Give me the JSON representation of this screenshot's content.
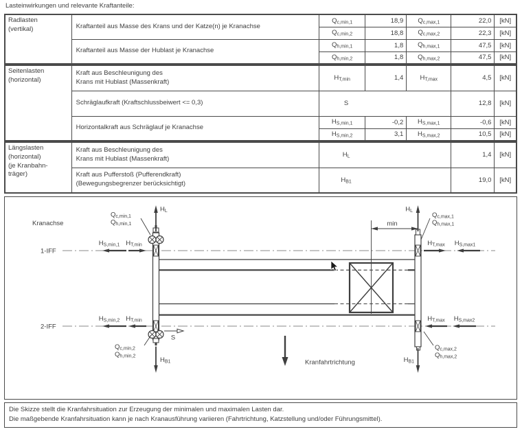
{
  "page": {
    "title": "Lasteinwirkungen und relevante Kraftanteile:"
  },
  "table": {
    "sections": [
      {
        "key": "radlasten",
        "category": [
          "Radlasten",
          "(vertikal)"
        ],
        "rows": [
          {
            "desc": [
              "Kraftanteil aus Masse des Krans und der Katze(n) je Kranachse"
            ],
            "entries": [
              {
                "min_sym": {
                  "b": "Q",
                  "s": "c,min,1"
                },
                "min_val": "18,9",
                "max_sym": {
                  "b": "Q",
                  "s": "c,max,1"
                },
                "max_val": "22,0",
                "unit": "[kN]"
              },
              {
                "min_sym": {
                  "b": "Q",
                  "s": "c,min,2"
                },
                "min_val": "18,8",
                "max_sym": {
                  "b": "Q",
                  "s": "c,max,2"
                },
                "max_val": "22,3",
                "unit": "[kN]"
              }
            ]
          },
          {
            "desc": [
              "Kraftanteil aus Masse der Hublast je Kranachse"
            ],
            "entries": [
              {
                "min_sym": {
                  "b": "Q",
                  "s": "h,min,1"
                },
                "min_val": "1,8",
                "max_sym": {
                  "b": "Q",
                  "s": "h,max,1"
                },
                "max_val": "47,5",
                "unit": "[kN]"
              },
              {
                "min_sym": {
                  "b": "Q",
                  "s": "h,min,2"
                },
                "min_val": "1,8",
                "max_sym": {
                  "b": "Q",
                  "s": "h,max,2"
                },
                "max_val": "47,5",
                "unit": "[kN]"
              }
            ]
          }
        ]
      },
      {
        "key": "seitenlasten",
        "category": [
          "Seitenlasten",
          "(horizontal)"
        ],
        "rows": [
          {
            "desc": [
              "Kraft aus Beschleunigung des",
              "Krans mit Hublast (Massenkraft)"
            ],
            "entries": [
              {
                "tall": true,
                "min_sym": {
                  "b": "H",
                  "s": "T,min"
                },
                "min_val": "1,4",
                "max_sym": {
                  "b": "H",
                  "s": "T,max"
                },
                "max_val": "4,5",
                "unit": "[kN]"
              }
            ]
          },
          {
            "desc": [
              "Schräglaufkraft (Kraftschlussbeiwert <= 0,3)"
            ],
            "entries": [
              {
                "tall": true,
                "wide_sym": {
                  "b": "S",
                  "s": ""
                },
                "max_val": "12,8",
                "unit": "[kN]"
              }
            ]
          },
          {
            "desc": [
              "Horizontalkraft aus Schräglauf je Kranachse"
            ],
            "entries": [
              {
                "min_sym": {
                  "b": "H",
                  "s": "S,min,1"
                },
                "min_val": "-0,2",
                "max_sym": {
                  "b": "H",
                  "s": "S,max,1"
                },
                "max_val": "-0,6",
                "unit": "[kN]"
              },
              {
                "min_sym": {
                  "b": "H",
                  "s": "S,min,2"
                },
                "min_val": "3,1",
                "max_sym": {
                  "b": "H",
                  "s": "S,max,2"
                },
                "max_val": "10,5",
                "unit": "[kN]"
              }
            ]
          }
        ]
      },
      {
        "key": "laengslasten",
        "category": [
          "Längslasten",
          "(horizontal)",
          "(je Kranbahn-",
          "träger)"
        ],
        "rows": [
          {
            "desc": [
              "Kraft aus Beschleunigung des",
              "Krans mit Hublast (Massenkraft)"
            ],
            "entries": [
              {
                "tall": true,
                "wide_sym": {
                  "b": "H",
                  "s": "L"
                },
                "max_val": "1,4",
                "unit": "[kN]"
              }
            ]
          },
          {
            "desc": [
              "Kraft aus Pufferstoß (Pufferendkraft)",
              "(Bewegungsbegrenzer berücksichtigt)"
            ],
            "entries": [
              {
                "tall": true,
                "wide_sym": {
                  "b": "H",
                  "s": "B1"
                },
                "max_val": "19,0",
                "unit": "[kN]"
              }
            ]
          }
        ]
      }
    ]
  },
  "diagram": {
    "kranachse": "Kranachse",
    "axis_1": "1-IFF",
    "axis_2": "2-IFF",
    "min_dim": "min",
    "travel_direction": "Kranfahrtrichtung",
    "forces": {
      "hl": {
        "b": "H",
        "s": "L"
      },
      "hb1": {
        "b": "H",
        "s": "B1"
      },
      "s": {
        "b": "S",
        "s": ""
      },
      "ht_min": {
        "b": "H",
        "s": "T,min"
      },
      "ht_max": {
        "b": "H",
        "s": "T,max"
      },
      "hs_min_1": {
        "b": "H",
        "s": "S,min,1"
      },
      "hs_min_2": {
        "b": "H",
        "s": "S,min,2"
      },
      "hs_max1": {
        "b": "H",
        "s": "S,max1"
      },
      "hs_max2": {
        "b": "H",
        "s": "S,max2"
      },
      "qc_min_1": {
        "b": "Q",
        "s": "c,min,1"
      },
      "qh_min_1": {
        "b": "Q",
        "s": "h,min,1"
      },
      "qc_min_2": {
        "b": "Q",
        "s": "c,min,2"
      },
      "qh_min_2": {
        "b": "Q",
        "s": "h,min,2"
      },
      "qc_max_1": {
        "b": "Q",
        "s": "c,max,1"
      },
      "qh_max_1": {
        "b": "Q",
        "s": "h,max,1"
      },
      "qc_max_2": {
        "b": "Q",
        "s": "c,max,2"
      },
      "qh_max_2": {
        "b": "Q",
        "s": "h,max,2"
      }
    }
  },
  "footer": {
    "lines": [
      "Die Skizze stellt die Kranfahrsituation zur Erzeugung der minimalen und maximalen Lasten dar.",
      "Die maßgebende Kranfahrsituation kann je nach Kranausführung variieren (Fahrtrichtung, Katzstellung und/oder Führungsmittel)."
    ]
  }
}
